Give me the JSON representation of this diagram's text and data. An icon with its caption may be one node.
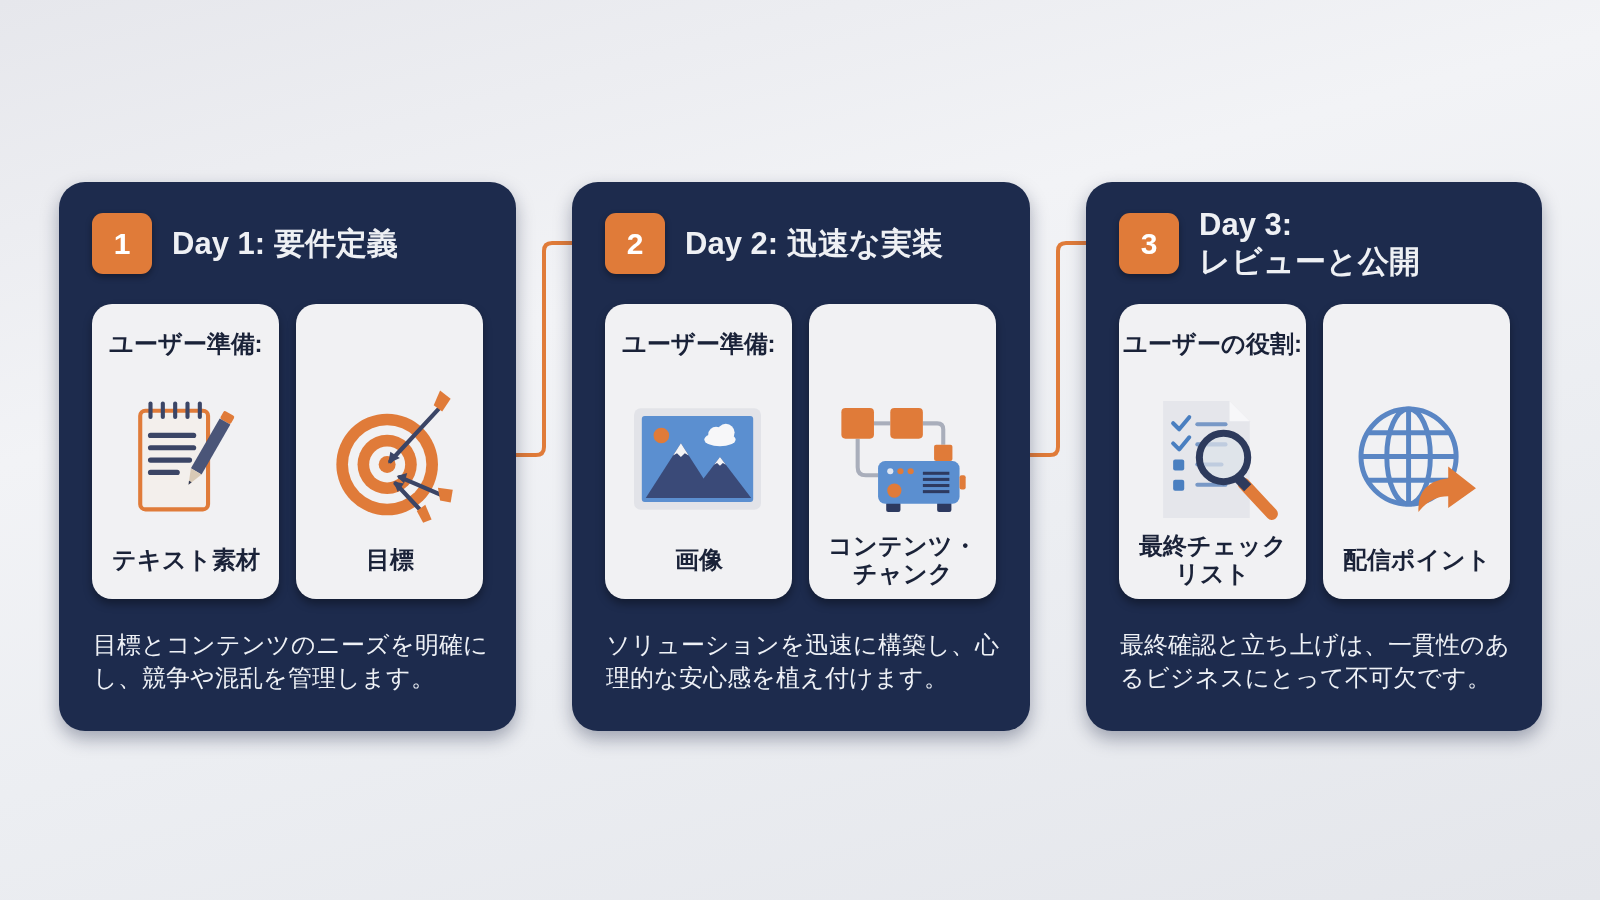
{
  "diagram": {
    "nodes": [
      {
        "text": [
          "Day 1: 要件定義",
          "目標とコンテンツのニーズを明確にし、競争や混乱を管理します。"
        ]
      },
      {
        "text": [
          "1"
        ],
        "in": 0
      },
      {
        "text": [
          "ユーザー準備:",
          "テキスト素材"
        ],
        "in": 0
      },
      {
        "text": [
          "目標"
        ],
        "in": 0
      },
      {
        "text": [
          "Day 2: 迅速な実装",
          "ソリューションを迅速に構築し、心理的な安心感を植え付けます。"
        ]
      },
      {
        "text": [
          "2"
        ],
        "in": 4
      },
      {
        "text": [
          "ユーザー準備:",
          "画像"
        ],
        "in": 4
      },
      {
        "text": [
          "コンテンツ・チャンク"
        ],
        "in": 4
      },
      {
        "text": [
          "Day 3: レビューと公開",
          "最終確認と立ち上げは、一貫性のあるビジネスにとって不可欠です。"
        ]
      },
      {
        "text": [
          "3"
        ],
        "in": 8
      },
      {
        "text": [
          "ユーザーの役割:",
          "最終チェックリスト"
        ],
        "in": 8
      },
      {
        "text": [
          "配信ポイント"
        ],
        "in": 8
      }
    ],
    "edges": [
      {
        "from": 0,
        "to": 4,
        "arrow": "none"
      },
      {
        "from": 4,
        "to": 8,
        "arrow": "none"
      }
    ]
  }
}
